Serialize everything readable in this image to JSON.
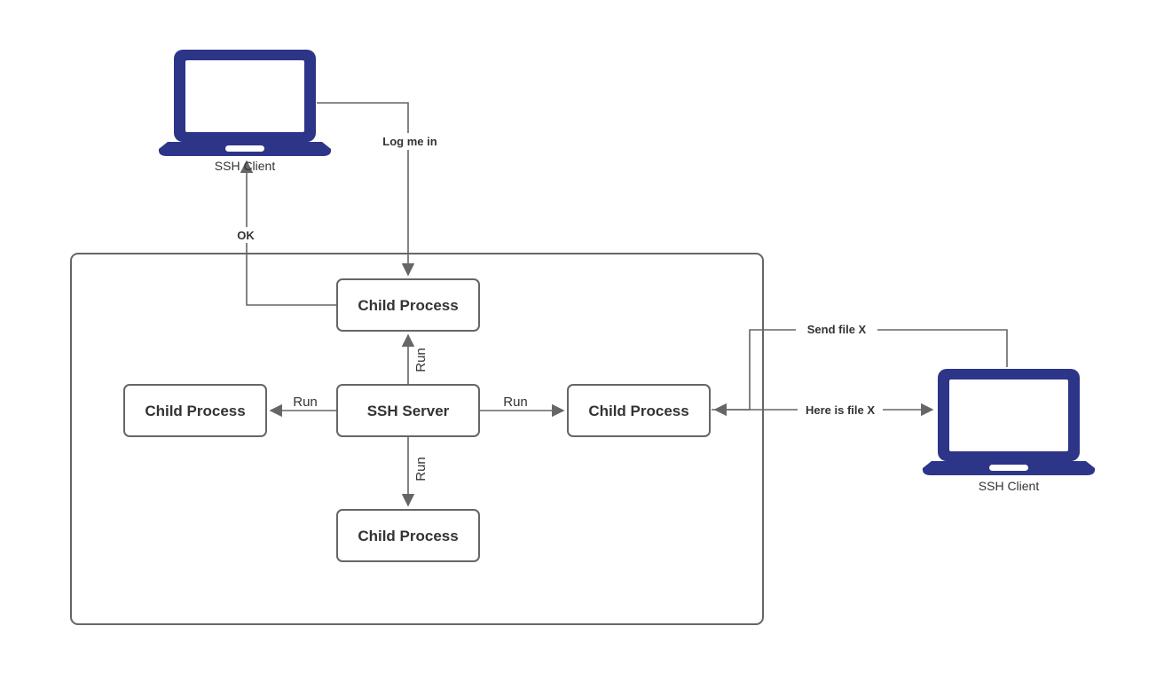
{
  "diagram": {
    "nodes": {
      "client_left": {
        "label": "SSH Client"
      },
      "client_right": {
        "label": "SSH Client"
      },
      "child_top": {
        "label": "Child Process"
      },
      "child_left": {
        "label": "Child Process"
      },
      "child_right": {
        "label": "Child Process"
      },
      "child_bottom": {
        "label": "Child Process"
      },
      "ssh_server": {
        "label": "SSH Server"
      }
    },
    "edges": {
      "log_me_in": {
        "label": "Log me in"
      },
      "ok": {
        "label": "OK"
      },
      "run_top": {
        "label": "Run"
      },
      "run_left": {
        "label": "Run"
      },
      "run_right": {
        "label": "Run"
      },
      "run_bottom": {
        "label": "Run"
      },
      "send_file": {
        "label": "Send file X"
      },
      "here_is_file": {
        "label": "Here is file X"
      }
    },
    "colors": {
      "laptop": "#2d3588",
      "line": "#666666",
      "box_border": "#666666",
      "label_text": "#333333",
      "background": "#ffffff"
    }
  }
}
